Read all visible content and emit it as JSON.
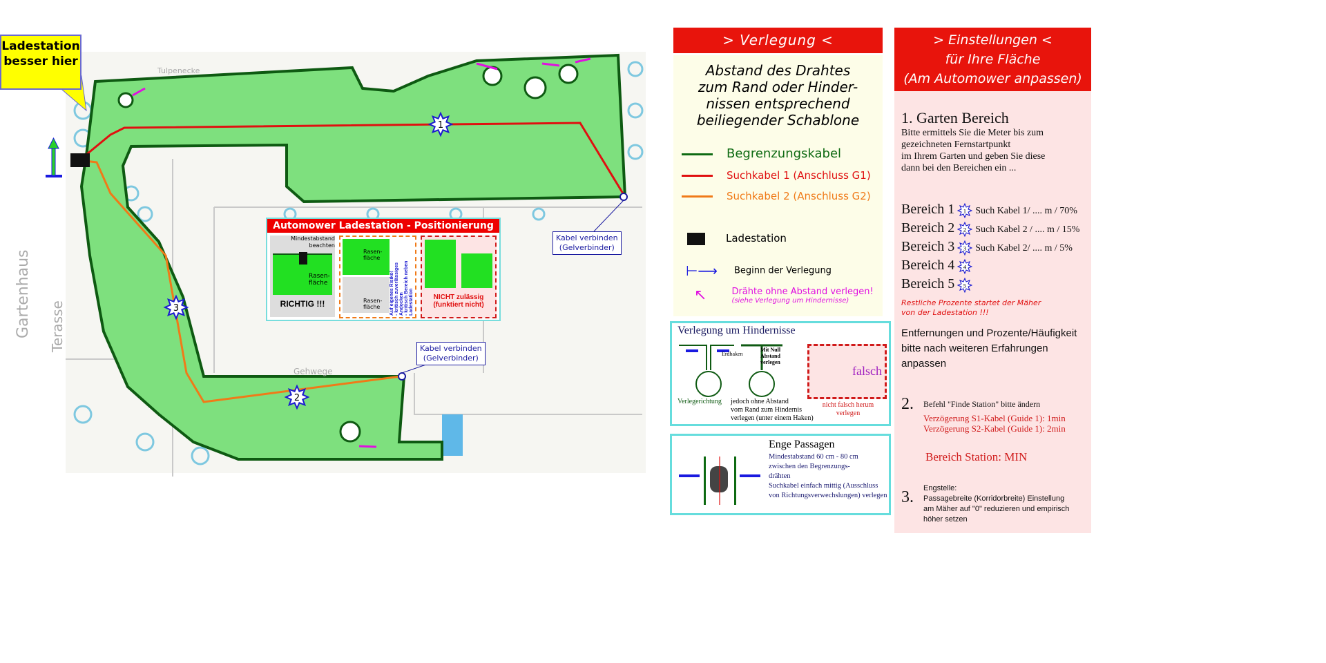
{
  "map": {
    "callout": "Ladestation besser hier",
    "connector_1": [
      "Kabel verbinden",
      "(Gelverbinder)"
    ],
    "connector_2": [
      "Kabel verbinden",
      "(Gelverbinder)"
    ],
    "stars": [
      "1",
      "2",
      "3"
    ],
    "sketch_labels": [
      "Terasse",
      "Gartenhaus",
      "Gehwege",
      "Tulpenecke"
    ],
    "colors": {
      "boundary": "#0e5a12",
      "guide1": "#e01010",
      "guide2": "#f07a18",
      "lawn": "#7ee07e"
    }
  },
  "ladestation_box": {
    "title": "Automower Ladestation - Positionierung",
    "mindest": [
      "Mindestabstand",
      "beachten"
    ],
    "rasen": "Rasen-fläche",
    "richtig": "RICHTIG !!!",
    "risiko": [
      "Auf eigenes Risiko!",
      "- kritisch zuverlässiges Andocken",
      "- kritisch Bereich neben Ladestation"
    ],
    "nicht": [
      "NICHT zulässig",
      "(funktiert nicht)"
    ]
  },
  "verlegung": {
    "header": "> Verlegung <",
    "intro": [
      "Abstand des Drahtes",
      "zum Rand oder Hinder-",
      "nissen entsprechend",
      "beiliegender Schablone"
    ],
    "legend": [
      {
        "label": "Begrenzungskabel",
        "color": "#0e6a12"
      },
      {
        "label": "Suchkabel 1 (Anschluss G1)",
        "color": "#e01010"
      },
      {
        "label": "Suchkabel 2 (Anschluss G2)",
        "color": "#f07a18"
      },
      {
        "label": "Ladestation",
        "color": "#111111"
      },
      {
        "label": "Beginn der Verlegung",
        "color": "#111111"
      },
      {
        "label": "Drähte ohne Abstand verlegen!",
        "color": "#e010e0"
      }
    ],
    "legend_note": "(siehe Verlegung um Hindernisse)"
  },
  "hindernisse": {
    "title": "Verlegung um Hindernisse",
    "verlegerichtung": "Verlegerichtung",
    "erdhaken": "Erdhaken",
    "mit_null": [
      "Mit Null",
      "Abstand",
      "verlegen"
    ],
    "jedoch": [
      "jedoch ohne Abstand",
      "vom Rand zum Hindernis",
      "verlegen (unter einem Haken)"
    ],
    "falsch": "falsch",
    "nicht_falsch": [
      "nicht falsch herum",
      "verlegen"
    ]
  },
  "enge": {
    "title": "Enge Passagen",
    "lines": [
      "Mindestabstand 60 cm - 80 cm",
      "zwischen den Begrenzungs-",
      "drähten",
      "Suchkabel einfach mittig (Ausschluss",
      "von Richtungsverwechslungen) verlegen"
    ]
  },
  "einstellungen": {
    "header": [
      "> Einstellungen <",
      "für Ihre Fläche",
      "(Am Automower anpassen)"
    ],
    "s1_title": "1. Garten Bereich",
    "s1_text": [
      "Bitte ermittels Sie die Meter bis zum",
      "gezeichneten Fernstartpunkt",
      "im Ihrem Garten und geben Sie diese",
      "dann bei den Bereichen ein ..."
    ],
    "bereiche": [
      {
        "label": "Bereich 1",
        "num": "1",
        "info": "Such Kabel 1/ .... m / 70%"
      },
      {
        "label": "Bereich 2",
        "num": "2",
        "info": "Such Kabel 2 / .... m / 15%"
      },
      {
        "label": "Bereich 3",
        "num": "3",
        "info": "Such Kabel 2/ .... m / 5%"
      },
      {
        "label": "Bereich 4",
        "num": "4",
        "info": ""
      },
      {
        "label": "Bereich 5",
        "num": "5",
        "info": ""
      }
    ],
    "restlich": [
      "Restliche Prozente  startet der Mäher",
      "von der Ladestation !!!"
    ],
    "entfernungen": [
      "Entfernungen und Prozente/Häufigkeit",
      "bitte nach weiteren Erfahrungen anpassen"
    ],
    "s2_num": "2.",
    "s2_text": "Befehl \"Finde Station\" bitte ändern",
    "s2_red": [
      "Verzögerung S1-Kabel (Guide 1): 1min",
      "Verzögerung S2-Kabel (Guide 1): 2min"
    ],
    "s2_station": "Bereich Station: MIN",
    "s3_num": "3.",
    "s3_text": [
      "Engstelle:",
      "Passagebreite (Korridorbreite) Einstellung",
      "am Mäher auf \"0\" reduzieren und empirisch",
      "höher setzen"
    ]
  }
}
